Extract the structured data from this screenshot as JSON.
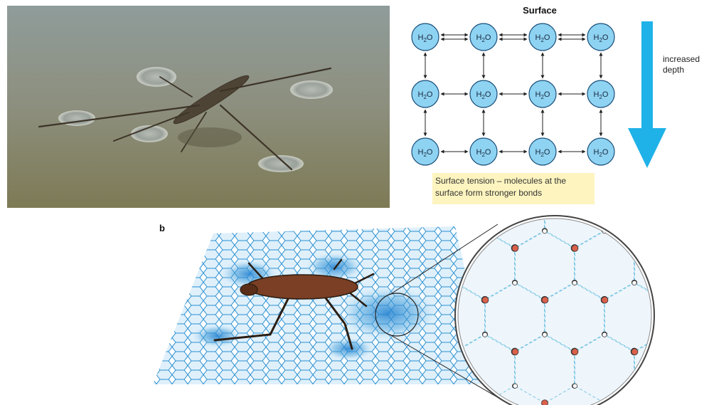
{
  "panel_a": {
    "title": "Surface",
    "depth_label_line1": "increased",
    "depth_label_line2": "depth",
    "caption_line1": "Surface tension – molecules at the",
    "caption_line2": "surface form stronger bonds",
    "molecule_text": "H2O",
    "molecule_color": "#8fd3f2",
    "arrow_color": "#1fb2e8"
  },
  "panel_b": {
    "label": "b",
    "mesh_color": "#2a8fd0",
    "oxygen_color": "#d9604a"
  }
}
